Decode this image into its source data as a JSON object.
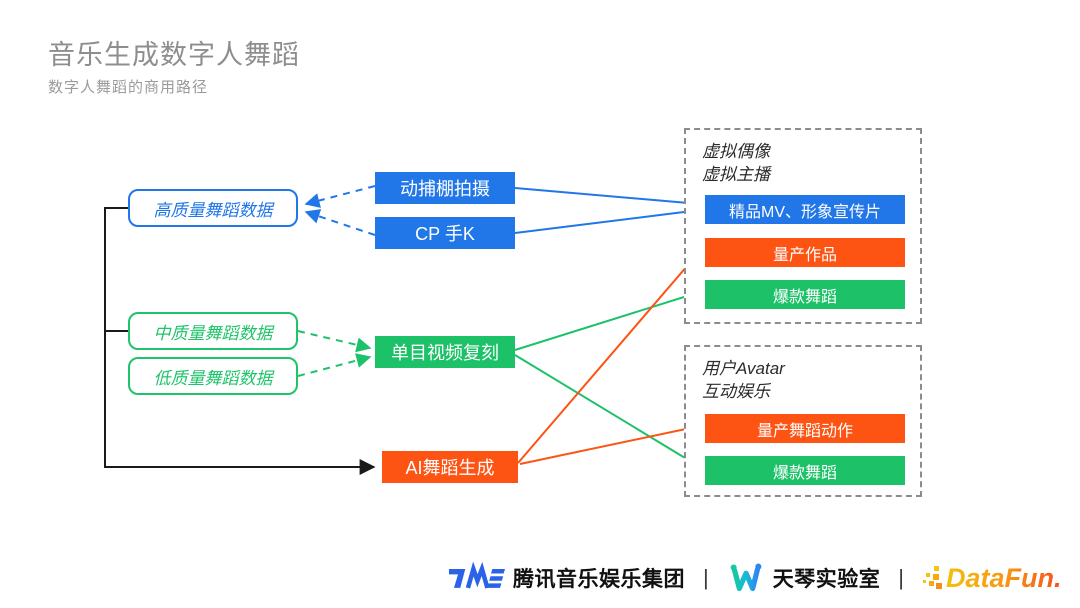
{
  "slide": {
    "title": "音乐生成数字人舞蹈",
    "subtitle": "数字人舞蹈的商用路径"
  },
  "colors": {
    "blue": "#2176E8",
    "green": "#1DC268",
    "orange": "#FD5313",
    "black_line": "#1a1a1a",
    "group_border": "#8c8c8c",
    "title_gray": "#8e8e8e"
  },
  "left_nodes": [
    {
      "label": "高质量舞蹈数据",
      "color": "blue"
    },
    {
      "label": "中质量舞蹈数据",
      "color": "green"
    },
    {
      "label": "低质量舞蹈数据",
      "color": "green"
    }
  ],
  "mid_nodes": [
    {
      "label": "动捕棚拍摄",
      "color": "blue"
    },
    {
      "label": "CP 手K",
      "color": "blue"
    },
    {
      "label": "单目视频复刻",
      "color": "green"
    },
    {
      "label": "AI舞蹈生成",
      "color": "orange"
    }
  ],
  "groups": [
    {
      "title_lines": [
        "虚拟偶像",
        "虚拟主播"
      ],
      "items": [
        {
          "label": "精品MV、形象宣传片",
          "color": "blue"
        },
        {
          "label": "量产作品",
          "color": "orange"
        },
        {
          "label": "爆款舞蹈",
          "color": "green"
        }
      ]
    },
    {
      "title_lines": [
        "用户Avatar",
        "互动娱乐"
      ],
      "items": [
        {
          "label": "量产舞蹈动作",
          "color": "orange"
        },
        {
          "label": "爆款舞蹈",
          "color": "green"
        }
      ]
    }
  ],
  "edges": [
    {
      "from": "动捕棚拍摄",
      "to": "高质量舞蹈数据",
      "style": "dashed",
      "color": "blue"
    },
    {
      "from": "CP 手K",
      "to": "高质量舞蹈数据",
      "style": "dashed",
      "color": "blue"
    },
    {
      "from": "动捕棚拍摄",
      "to": "精品MV、形象宣传片",
      "style": "solid",
      "color": "blue"
    },
    {
      "from": "CP 手K",
      "to": "精品MV、形象宣传片",
      "style": "solid",
      "color": "blue"
    },
    {
      "from": "中质量舞蹈数据",
      "to": "单目视频复刻",
      "style": "dashed",
      "color": "green"
    },
    {
      "from": "低质量舞蹈数据",
      "to": "单目视频复刻",
      "style": "dashed",
      "color": "green"
    },
    {
      "from": "单目视频复刻",
      "to": "爆款舞蹈(虚拟偶像/虚拟主播)",
      "style": "solid",
      "color": "green"
    },
    {
      "from": "单目视频复刻",
      "to": "爆款舞蹈(用户Avatar/互动娱乐)",
      "style": "solid",
      "color": "green"
    },
    {
      "from": "舞蹈数据(高/中/低质量)",
      "to": "AI舞蹈生成",
      "style": "solid",
      "color": "black"
    },
    {
      "from": "AI舞蹈生成",
      "to": "量产作品",
      "style": "solid",
      "color": "orange"
    },
    {
      "from": "AI舞蹈生成",
      "to": "量产舞蹈动作",
      "style": "solid",
      "color": "orange"
    }
  ],
  "footer": {
    "tme_label": "腾讯音乐娱乐集团",
    "tianqin_label": "天琴实验室",
    "datafun_label": "DataFun.",
    "separator": "|"
  }
}
